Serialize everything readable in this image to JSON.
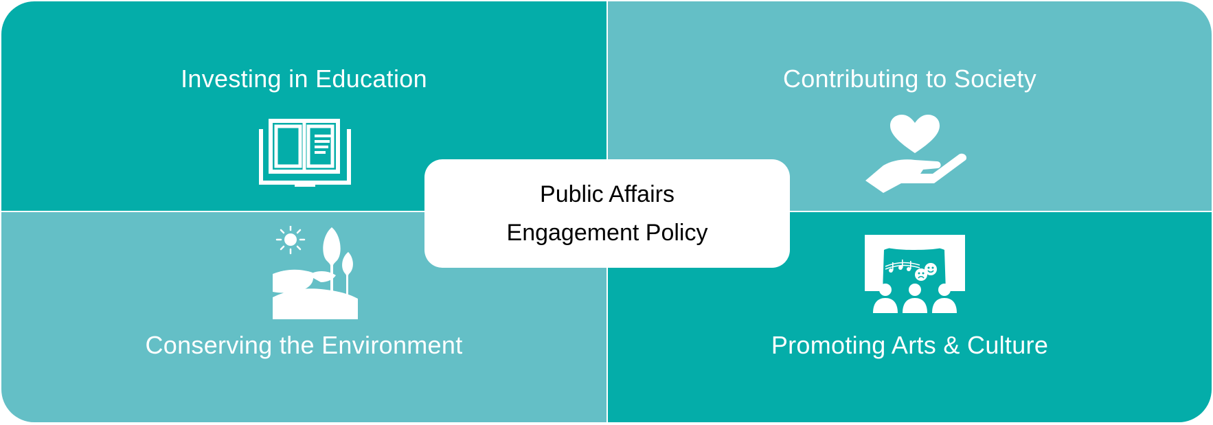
{
  "quadrants": {
    "top_left": {
      "title": "Investing in Education",
      "icon": "open-book-icon",
      "color": "#04ada9"
    },
    "top_right": {
      "title": "Contributing to Society",
      "icon": "heart-in-hand-icon",
      "color": "#64bfc6"
    },
    "bottom_left": {
      "title": "Conserving the Environment",
      "icon": "landscape-icon",
      "color": "#64bfc6"
    },
    "bottom_right": {
      "title": "Promoting Arts & Culture",
      "icon": "theater-icon",
      "color": "#04ada9"
    }
  },
  "center": {
    "line1": "Public Affairs",
    "line2": "Engagement Policy"
  }
}
